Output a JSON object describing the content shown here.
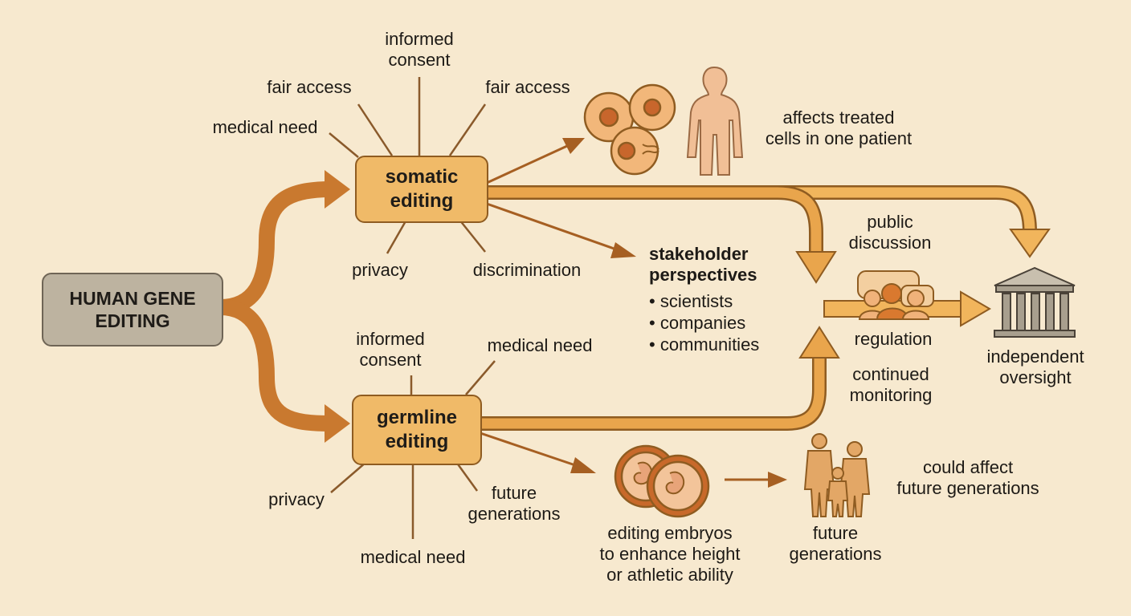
{
  "root": {
    "label": "HUMAN GENE EDITING",
    "line1": "HUMAN GENE",
    "line2": "EDITING"
  },
  "somatic": {
    "line1": "somatic",
    "line2": "editing",
    "factors": {
      "informed_consent": [
        "informed",
        "consent"
      ],
      "fair_access_left": "fair access",
      "fair_access_right": "fair access",
      "medical_need": "medical need",
      "privacy": "privacy",
      "discrimination": "discrimination"
    },
    "effect": [
      "affects treated",
      "cells in one patient"
    ]
  },
  "germline": {
    "line1": "germline",
    "line2": "editing",
    "factors": {
      "informed_consent": [
        "informed",
        "consent"
      ],
      "medical_need_top": "medical need",
      "privacy": "privacy",
      "medical_need_bottom": "medical need",
      "future_generations": [
        "future",
        "generations"
      ]
    },
    "embryos_caption": [
      "editing embryos",
      "to enhance height",
      "or athletic ability"
    ],
    "family_caption": [
      "future",
      "generations"
    ],
    "effect": [
      "could affect",
      "future generations"
    ]
  },
  "stakeholders": {
    "title": [
      "stakeholder",
      "perspectives"
    ],
    "items": [
      "scientists",
      "companies",
      "communities"
    ]
  },
  "governance": {
    "public_discussion": [
      "public",
      "discussion"
    ],
    "regulation": "regulation",
    "continued_monitoring": [
      "continued",
      "monitoring"
    ],
    "independent_oversight": [
      "independent",
      "oversight"
    ]
  },
  "colors": {
    "background": "#f7e9cf",
    "arrow_main": "#cf7d32",
    "arrow_light": "#e9a54c",
    "box_fill": "#f0ba68",
    "root_fill": "#bdb3a0",
    "line": "#8a5a2b"
  }
}
